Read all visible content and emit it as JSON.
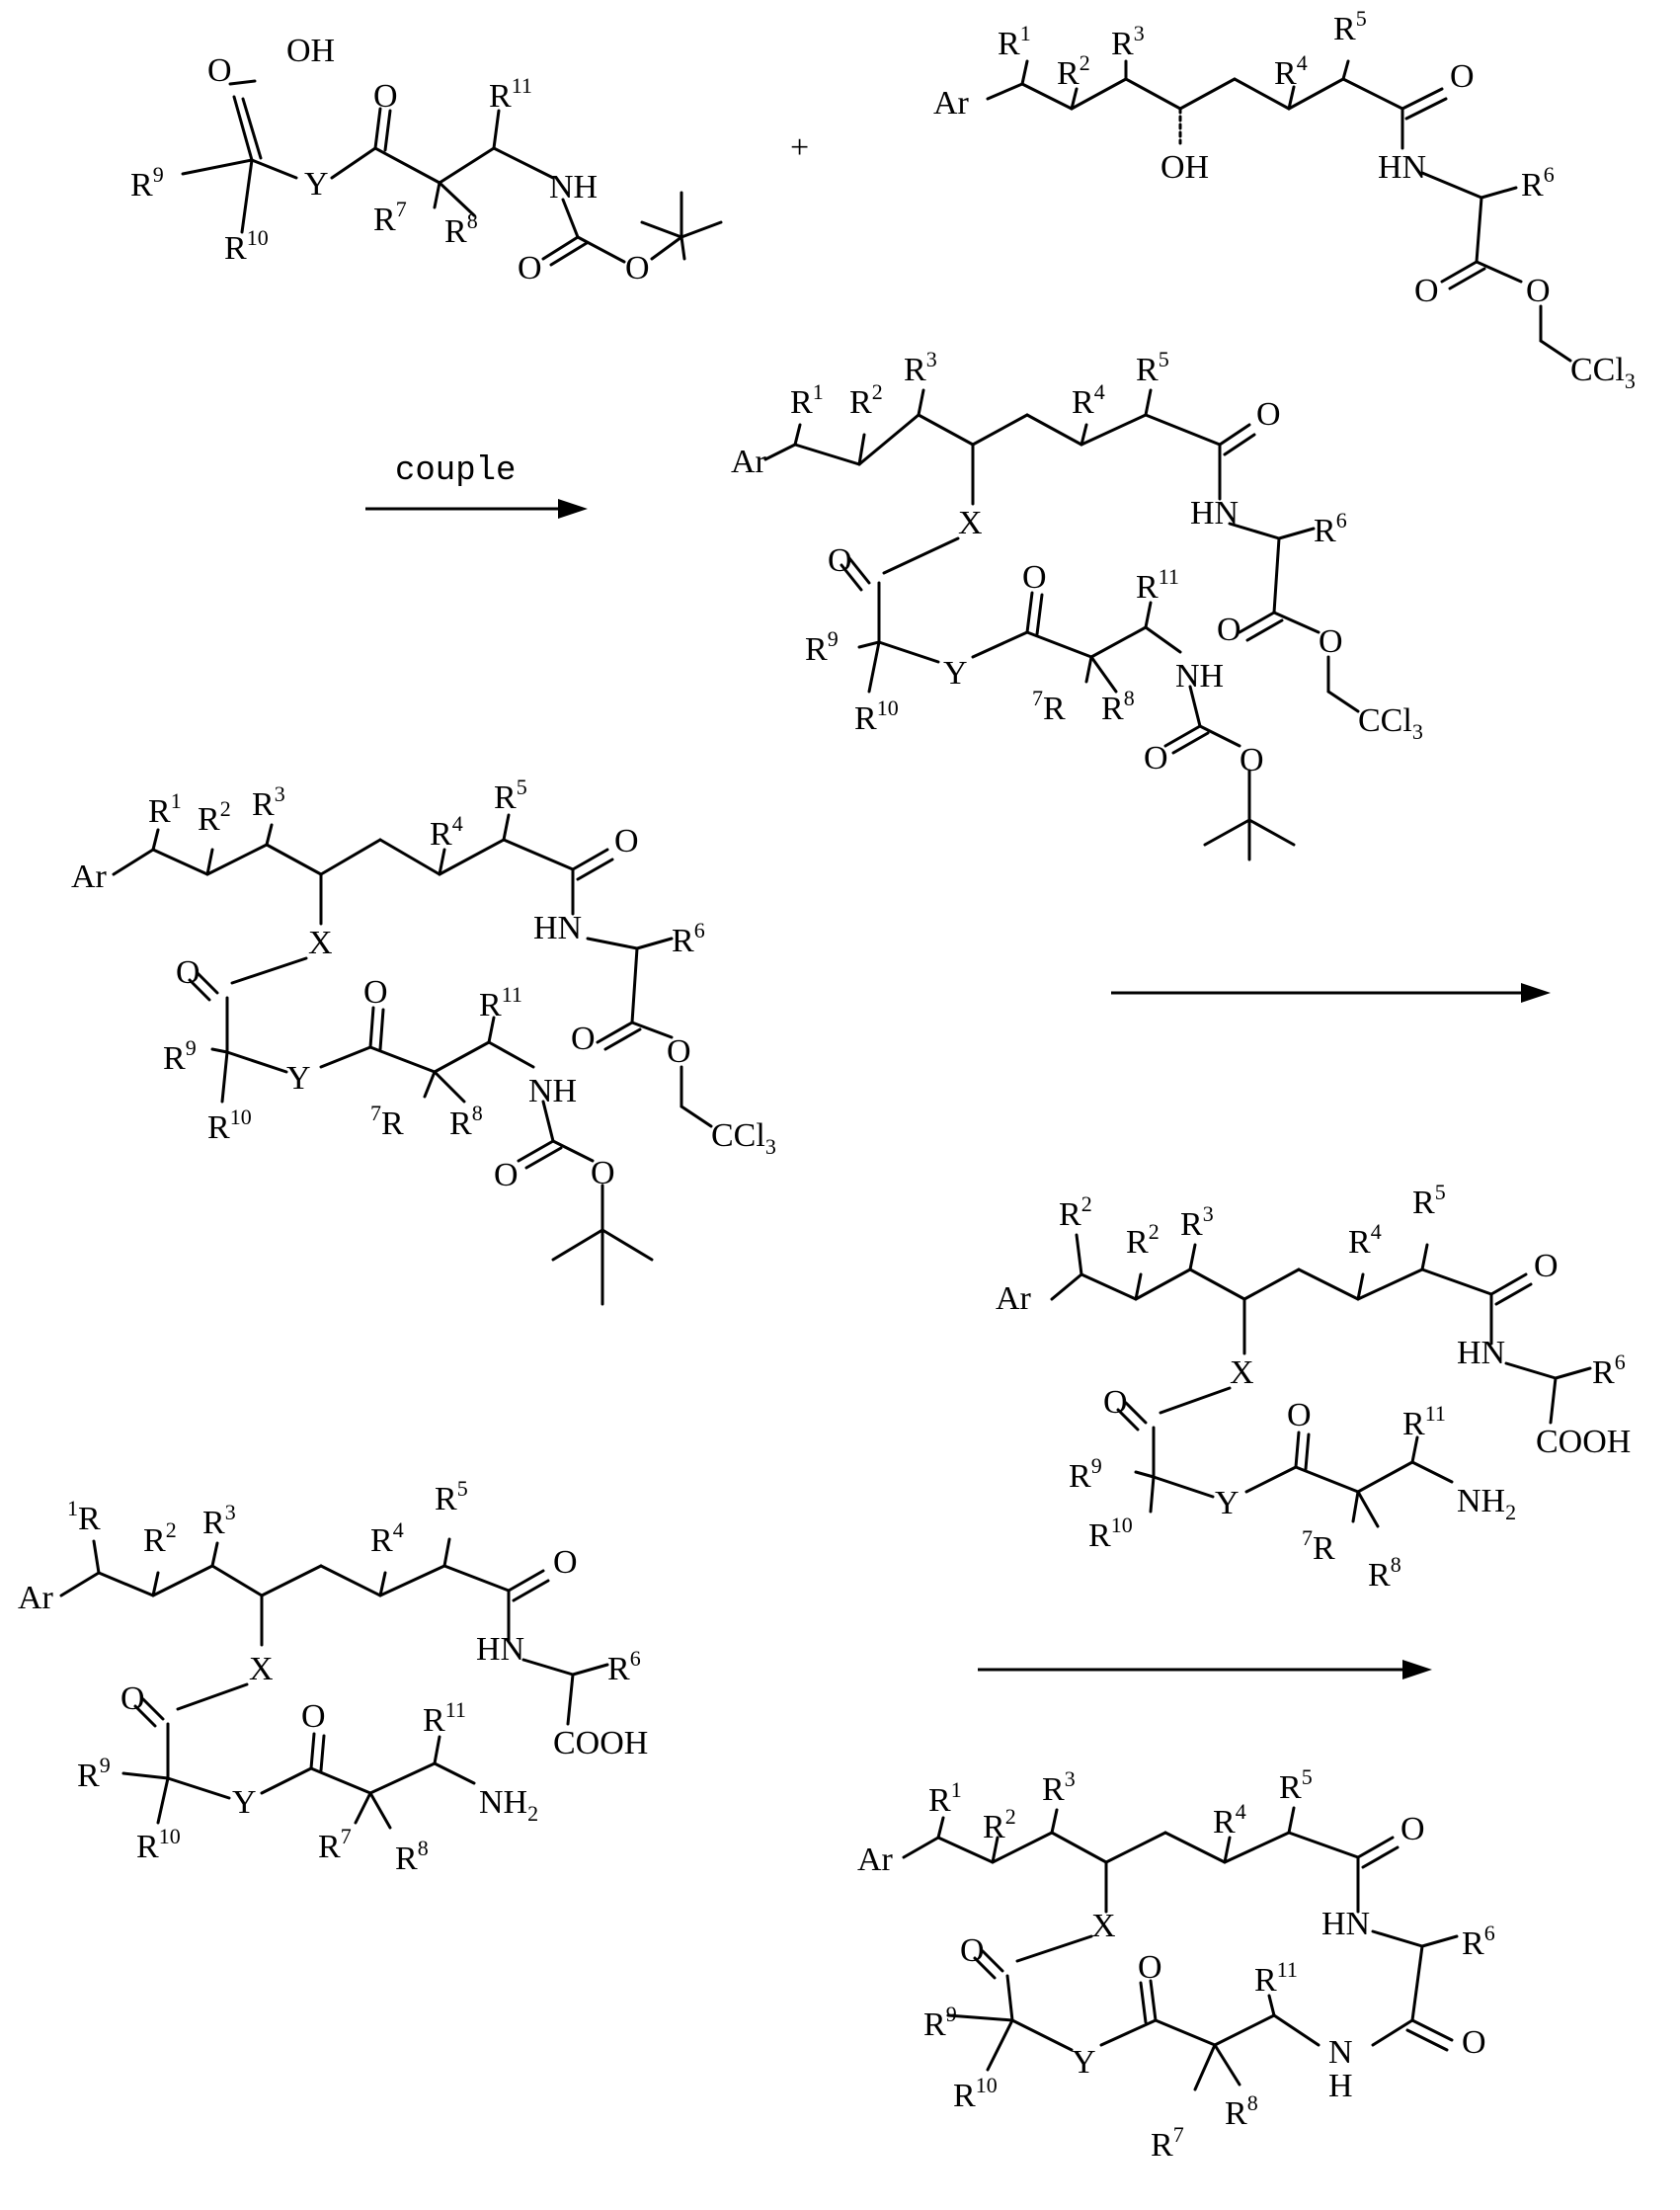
{
  "plus_sign": "+",
  "step_label": "couple",
  "structures": [
    {
      "name": "acid-fragment",
      "labels": [
        {
          "id": "oh",
          "text": "OH"
        },
        {
          "id": "o1",
          "text": "O"
        },
        {
          "id": "r9",
          "text": "R",
          "sup": "9"
        },
        {
          "id": "r10",
          "text": "R",
          "sup": "10"
        },
        {
          "id": "y",
          "text": "Y"
        },
        {
          "id": "o2",
          "text": "O"
        },
        {
          "id": "r7",
          "text": "R",
          "sup": "7"
        },
        {
          "id": "r8",
          "text": "R",
          "sup": "8"
        },
        {
          "id": "r11",
          "text": "R",
          "sup": "11"
        },
        {
          "id": "nh",
          "text": "NH"
        },
        {
          "id": "o3",
          "text": "O"
        },
        {
          "id": "o4",
          "text": "O"
        }
      ]
    },
    {
      "name": "alcohol-fragment",
      "labels": [
        {
          "id": "ar",
          "text": "Ar"
        },
        {
          "id": "r1",
          "text": "R",
          "sup": "1"
        },
        {
          "id": "r2",
          "text": "R",
          "sup": "2"
        },
        {
          "id": "r3",
          "text": "R",
          "sup": "3"
        },
        {
          "id": "oh",
          "text": "OH"
        },
        {
          "id": "r4",
          "text": "R",
          "sup": "4"
        },
        {
          "id": "r5",
          "text": "R",
          "sup": "5"
        },
        {
          "id": "o1",
          "text": "O"
        },
        {
          "id": "hn",
          "text": "HN"
        },
        {
          "id": "r6",
          "text": "R",
          "sup": "6"
        },
        {
          "id": "o2",
          "text": "O"
        },
        {
          "id": "o3",
          "text": "O"
        },
        {
          "id": "ccl3",
          "text": "CCl",
          "sub": "3"
        }
      ]
    },
    {
      "name": "coupled-ester-a",
      "labels": [
        {
          "id": "ar",
          "text": "Ar"
        },
        {
          "id": "r1",
          "text": "R",
          "sup": "1"
        },
        {
          "id": "r2",
          "text": "R",
          "sup": "2"
        },
        {
          "id": "r3",
          "text": "R",
          "sup": "3"
        },
        {
          "id": "r4",
          "text": "R",
          "sup": "4"
        },
        {
          "id": "r5",
          "text": "R",
          "sup": "5"
        },
        {
          "id": "o1",
          "text": "O"
        },
        {
          "id": "x",
          "text": "X"
        },
        {
          "id": "hn",
          "text": "HN"
        },
        {
          "id": "r6",
          "text": "R",
          "sup": "6"
        },
        {
          "id": "o5",
          "text": "O"
        },
        {
          "id": "r9",
          "text": "R",
          "sup": "9"
        },
        {
          "id": "r10",
          "text": "R",
          "sup": "10"
        },
        {
          "id": "y",
          "text": "Y"
        },
        {
          "id": "o6",
          "text": "O"
        },
        {
          "id": "r7",
          "text": "R",
          "pre": "7"
        },
        {
          "id": "r8",
          "text": "R",
          "sup": "8"
        },
        {
          "id": "r11",
          "text": "R",
          "sup": "11"
        },
        {
          "id": "nh",
          "text": "NH"
        },
        {
          "id": "o2",
          "text": "O"
        },
        {
          "id": "o3",
          "text": "O"
        },
        {
          "id": "ccl3",
          "text": "CCl",
          "sub": "3"
        },
        {
          "id": "o7",
          "text": "O"
        },
        {
          "id": "o8",
          "text": "O"
        }
      ]
    },
    {
      "name": "coupled-ester-b",
      "labels": [
        {
          "id": "ar",
          "text": "Ar"
        },
        {
          "id": "r1",
          "text": "R",
          "sup": "1"
        },
        {
          "id": "r2",
          "text": "R",
          "sup": "2"
        },
        {
          "id": "r3",
          "text": "R",
          "sup": "3"
        },
        {
          "id": "r4",
          "text": "R",
          "sup": "4"
        },
        {
          "id": "r5",
          "text": "R",
          "sup": "5"
        },
        {
          "id": "o1",
          "text": "O"
        },
        {
          "id": "x",
          "text": "X"
        },
        {
          "id": "hn",
          "text": "HN"
        },
        {
          "id": "r6",
          "text": "R",
          "sup": "6"
        },
        {
          "id": "o5",
          "text": "O"
        },
        {
          "id": "r9",
          "text": "R",
          "sup": "9"
        },
        {
          "id": "r10",
          "text": "R",
          "sup": "10"
        },
        {
          "id": "y",
          "text": "Y"
        },
        {
          "id": "o6",
          "text": "O"
        },
        {
          "id": "r7",
          "text": "R",
          "pre": "7"
        },
        {
          "id": "r8",
          "text": "R",
          "sup": "8"
        },
        {
          "id": "r11",
          "text": "R",
          "sup": "11"
        },
        {
          "id": "nh",
          "text": "NH"
        },
        {
          "id": "o2",
          "text": "O"
        },
        {
          "id": "o3",
          "text": "O"
        },
        {
          "id": "ccl3",
          "text": "CCl",
          "sub": "3"
        },
        {
          "id": "o7",
          "text": "O"
        },
        {
          "id": "o8",
          "text": "O"
        }
      ]
    },
    {
      "name": "deprotected-amino-acid-a",
      "labels": [
        {
          "id": "ar",
          "text": "Ar"
        },
        {
          "id": "r1",
          "text": "R",
          "sup": "2"
        },
        {
          "id": "r2",
          "text": "R",
          "sup": "2"
        },
        {
          "id": "r3",
          "text": "R",
          "sup": "3"
        },
        {
          "id": "r4",
          "text": "R",
          "sup": "4"
        },
        {
          "id": "r5",
          "text": "R",
          "sup": "5"
        },
        {
          "id": "o1",
          "text": "O"
        },
        {
          "id": "x",
          "text": "X"
        },
        {
          "id": "hn",
          "text": "HN"
        },
        {
          "id": "r6",
          "text": "R",
          "sup": "6"
        },
        {
          "id": "cooh",
          "text": "COOH"
        },
        {
          "id": "o5",
          "text": "O"
        },
        {
          "id": "r9",
          "text": "R",
          "sup": "9"
        },
        {
          "id": "r10",
          "text": "R",
          "sup": "10"
        },
        {
          "id": "y",
          "text": "Y"
        },
        {
          "id": "o6",
          "text": "O"
        },
        {
          "id": "r7",
          "text": "R",
          "pre": "7"
        },
        {
          "id": "r8",
          "text": "R",
          "sup": "8"
        },
        {
          "id": "r11",
          "text": "R",
          "sup": "11"
        },
        {
          "id": "nh2",
          "text": "NH",
          "sub": "2"
        }
      ]
    },
    {
      "name": "deprotected-amino-acid-b",
      "labels": [
        {
          "id": "ar",
          "text": "Ar"
        },
        {
          "id": "r1",
          "text": "R",
          "pre": "1"
        },
        {
          "id": "r2",
          "text": "R",
          "sup": "2"
        },
        {
          "id": "r3",
          "text": "R",
          "sup": "3"
        },
        {
          "id": "r4",
          "text": "R",
          "sup": "4"
        },
        {
          "id": "r5",
          "text": "R",
          "sup": "5"
        },
        {
          "id": "o1",
          "text": "O"
        },
        {
          "id": "x",
          "text": "X"
        },
        {
          "id": "hn",
          "text": "HN"
        },
        {
          "id": "r6",
          "text": "R",
          "sup": "6"
        },
        {
          "id": "cooh",
          "text": "COOH"
        },
        {
          "id": "o5",
          "text": "O"
        },
        {
          "id": "r9",
          "text": "R",
          "sup": "9"
        },
        {
          "id": "r10",
          "text": "R",
          "sup": "10"
        },
        {
          "id": "y",
          "text": "Y"
        },
        {
          "id": "o6",
          "text": "O"
        },
        {
          "id": "r7",
          "text": "R",
          "sup": "7"
        },
        {
          "id": "r8",
          "text": "R",
          "sup": "8"
        },
        {
          "id": "r11",
          "text": "R",
          "sup": "11"
        },
        {
          "id": "nh2",
          "text": "NH",
          "sub": "2"
        }
      ]
    },
    {
      "name": "macrocycle-product",
      "labels": [
        {
          "id": "ar",
          "text": "Ar"
        },
        {
          "id": "r1",
          "text": "R",
          "sup": "1"
        },
        {
          "id": "r2",
          "text": "R",
          "sup": "2"
        },
        {
          "id": "r3",
          "text": "R",
          "sup": "3"
        },
        {
          "id": "r4",
          "text": "R",
          "sup": "4"
        },
        {
          "id": "r5",
          "text": "R",
          "sup": "5"
        },
        {
          "id": "o1",
          "text": "O"
        },
        {
          "id": "x",
          "text": "X"
        },
        {
          "id": "hn",
          "text": "HN"
        },
        {
          "id": "r6",
          "text": "R",
          "sup": "6"
        },
        {
          "id": "o9",
          "text": "O"
        },
        {
          "id": "o5",
          "text": "O"
        },
        {
          "id": "r9",
          "text": "R",
          "sup": "9"
        },
        {
          "id": "r10",
          "text": "R",
          "sup": "10"
        },
        {
          "id": "y",
          "text": "Y"
        },
        {
          "id": "o6",
          "text": "O"
        },
        {
          "id": "r7",
          "text": "R",
          "sup": "7"
        },
        {
          "id": "r8",
          "text": "R",
          "sup": "8"
        },
        {
          "id": "r11",
          "text": "R",
          "sup": "11"
        },
        {
          "id": "nh",
          "text": "N"
        },
        {
          "id": "h",
          "text": "H"
        }
      ]
    }
  ]
}
